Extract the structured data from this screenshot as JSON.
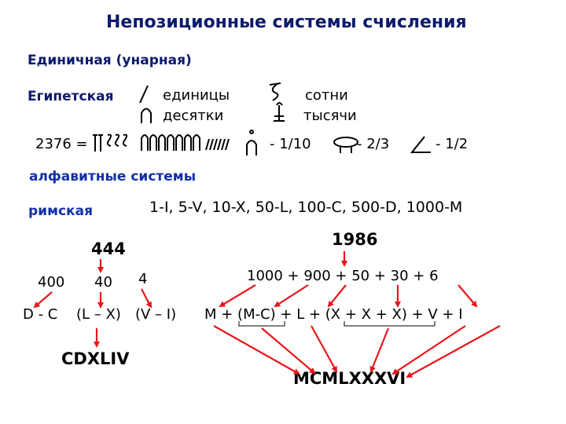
{
  "title": "Непозиционные системы счисления",
  "unary": "Единичная (унарная)",
  "egyptian": {
    "label": "Египетская",
    "units": "единицы",
    "tens": "десятки",
    "hundreds": "сотни",
    "thousands": "тысячи",
    "example": "2376 =",
    "frac_10": "- 1/10",
    "frac_2_3": "- 2/3",
    "frac_1_2": "- 1/2"
  },
  "alphabetic": "алфавитные системы",
  "roman": {
    "label": "римская",
    "values": "1-I, 5-V, 10-X, 50-L, 100-C, 500-D, 1000-M"
  },
  "example_444": {
    "number": "444",
    "parts": [
      "400",
      "40",
      "4"
    ],
    "expr": [
      "D - C",
      "(L – X)",
      "(V – I)"
    ],
    "result": "CDXLIV"
  },
  "example_1986": {
    "number": "1986",
    "sum": "1000 + 900 + 50 + 30 + 6",
    "expr": "M + (M-C) + L + (X + X + X) + V + I",
    "result": "MCMLXXXVI"
  },
  "colors": {
    "title": "#0d1a6b",
    "headings": "#1330a8",
    "arrows": "#e8161b"
  }
}
